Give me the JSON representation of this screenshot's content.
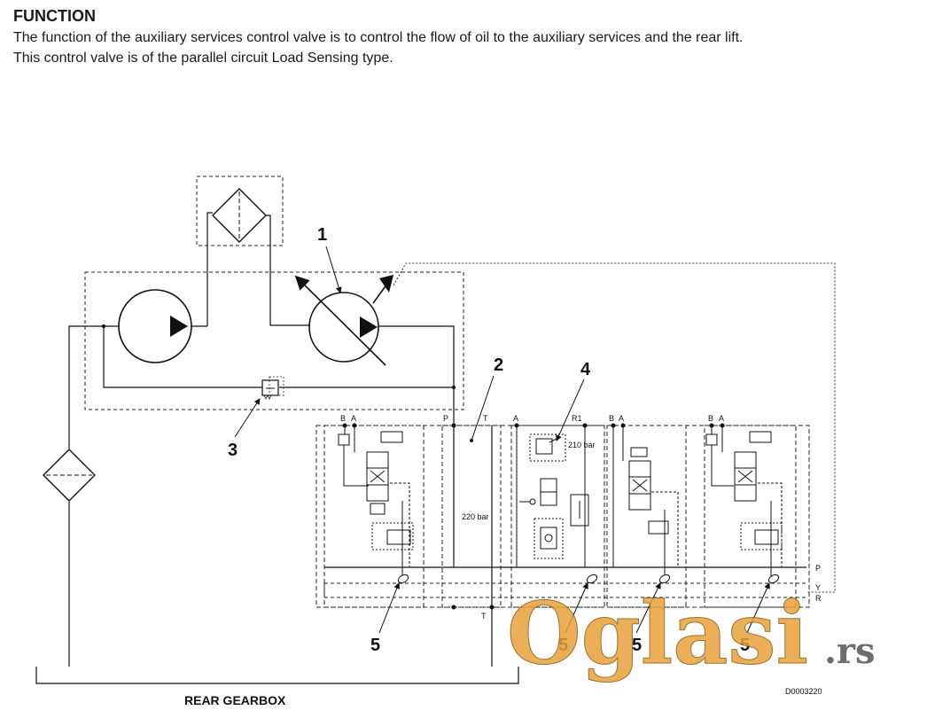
{
  "header": {
    "title": "FUNCTION",
    "line1": "The function of the auxiliary services control valve is to control the flow of oil to the auxiliary services and the rear lift.",
    "line2": "This control valve is of the parallel circuit Load Sensing type."
  },
  "diagram": {
    "callouts": {
      "c1": "1",
      "c2": "2",
      "c3": "3",
      "c4": "4",
      "c5a": "5",
      "c5b": "5",
      "c5c": "5",
      "c5d": "5"
    },
    "ports": {
      "s1_b": "B",
      "s1_a": "A",
      "inlet_p": "P",
      "inlet_t": "T",
      "lift_a": "A",
      "lift_r1": "R1",
      "s3_b": "B",
      "s3_a": "A",
      "s4_b": "B",
      "s4_a": "A",
      "right_p": "P",
      "right_y": "Y",
      "right_r": "R",
      "bottom_t": "T"
    },
    "pressures": {
      "relief_210": "210 bar",
      "relief_220": "220 bar"
    },
    "gearbox_label": "REAR GEARBOX",
    "drawing_code": "D0003220"
  },
  "watermark": {
    "brand": "Oglasi",
    "suffix": ".rs",
    "color": "#e8a23c",
    "suffix_color": "#555555"
  }
}
